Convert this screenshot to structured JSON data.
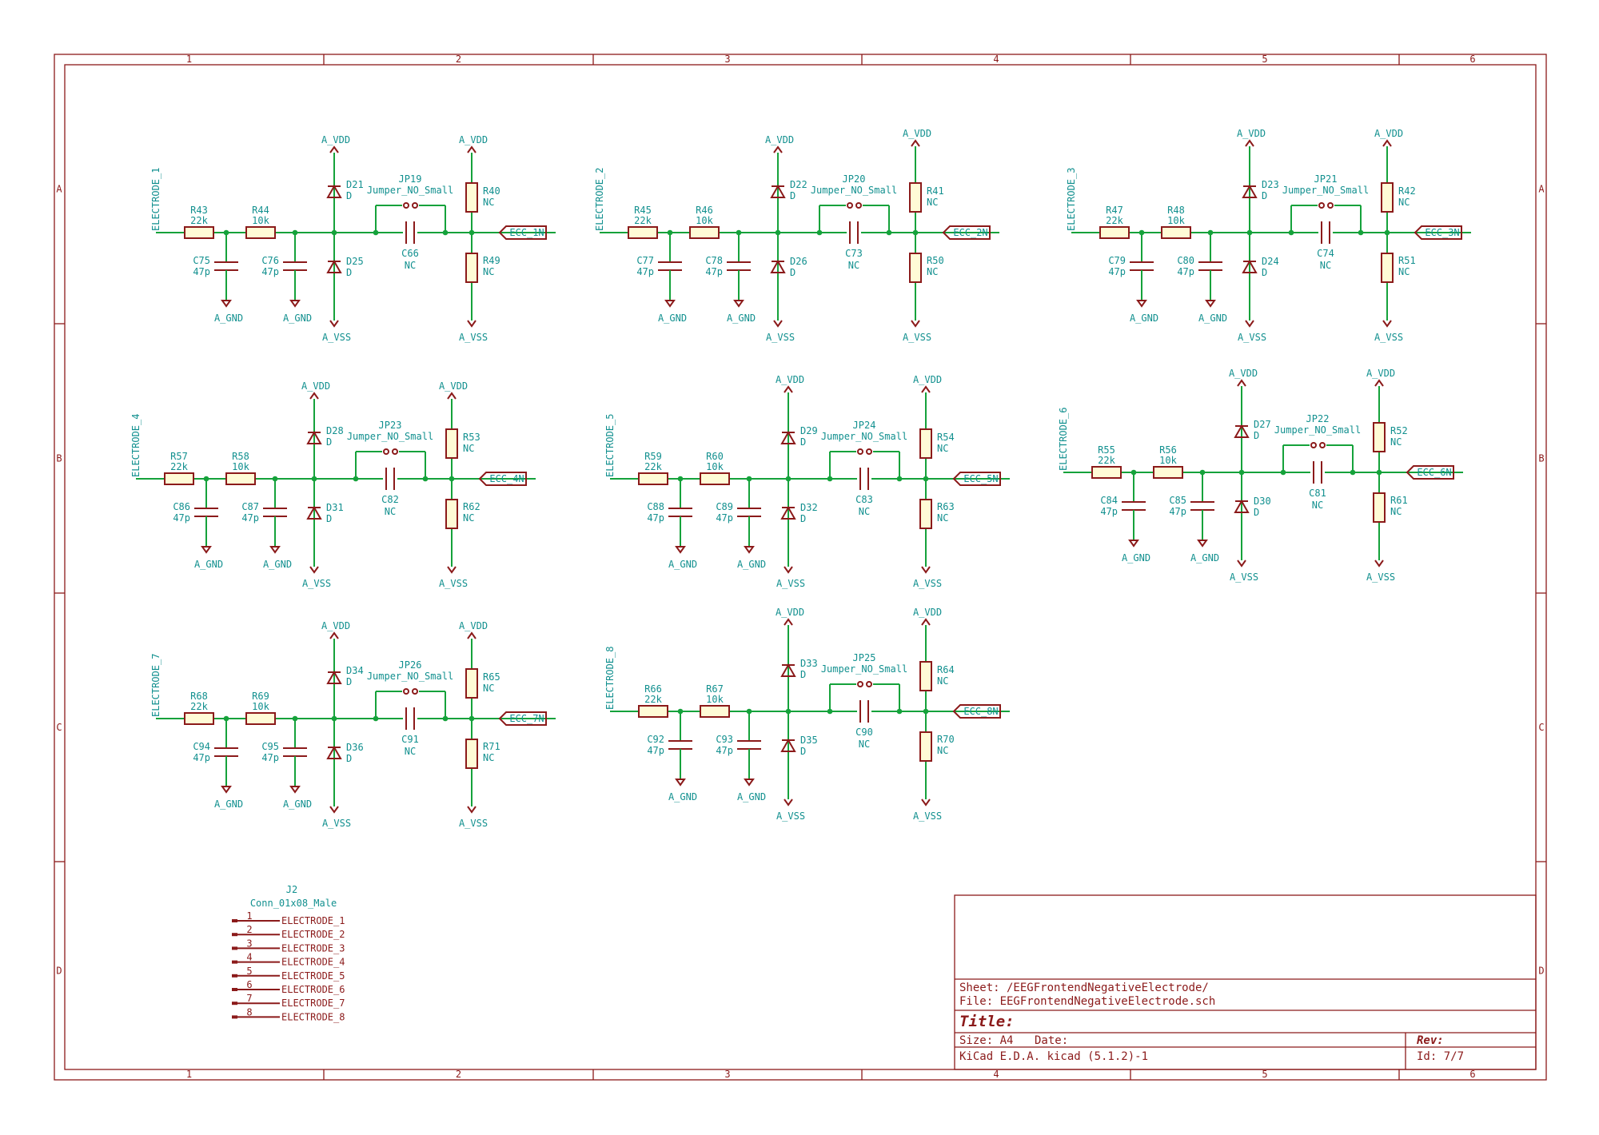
{
  "frame": {
    "columns": [
      "1",
      "2",
      "3",
      "4",
      "5",
      "6"
    ],
    "rows": [
      "A",
      "B",
      "C",
      "D"
    ]
  },
  "circuits": [
    {
      "electrode": "ELECTRODE_1",
      "r1": "R43",
      "r1v": "22k",
      "r2": "R44",
      "r2v": "10k",
      "c1": "C75",
      "c1v": "47p",
      "c2": "C76",
      "c2v": "47p",
      "dt": "D21",
      "db": "D25",
      "dv": "D",
      "jp": "JP19",
      "jpv": "Jumper_NO_Small",
      "cs": "C66",
      "csv": "NC",
      "rt": "R40",
      "rtv": "NC",
      "rb": "R49",
      "rbv": "NC",
      "out": "ECC_1N",
      "vdd": "A_VDD",
      "vss": "A_VSS",
      "gnd": "A_GND"
    },
    {
      "electrode": "ELECTRODE_2",
      "r1": "R45",
      "r1v": "22k",
      "r2": "R46",
      "r2v": "10k",
      "c1": "C77",
      "c1v": "47p",
      "c2": "C78",
      "c2v": "47p",
      "dt": "D22",
      "db": "D26",
      "dv": "D",
      "jp": "JP20",
      "jpv": "Jumper_NO_Small",
      "cs": "C73",
      "csv": "NC",
      "rt": "R41",
      "rtv": "NC",
      "rb": "R50",
      "rbv": "NC",
      "out": "ECC_2N",
      "vdd": "A_VDD",
      "vss": "A_VSS",
      "gnd": "A_GND"
    },
    {
      "electrode": "ELECTRODE_3",
      "r1": "R47",
      "r1v": "22k",
      "r2": "R48",
      "r2v": "10k",
      "c1": "C79",
      "c1v": "47p",
      "c2": "C80",
      "c2v": "47p",
      "dt": "D23",
      "db": "D24",
      "dv": "D",
      "jp": "JP21",
      "jpv": "Jumper_NO_Small",
      "cs": "C74",
      "csv": "NC",
      "rt": "R42",
      "rtv": "NC",
      "rb": "R51",
      "rbv": "NC",
      "out": "ECC_3N",
      "vdd": "A_VDD",
      "vss": "A_VSS",
      "gnd": "A_GND"
    },
    {
      "electrode": "ELECTRODE_4",
      "r1": "R57",
      "r1v": "22k",
      "r2": "R58",
      "r2v": "10k",
      "c1": "C86",
      "c1v": "47p",
      "c2": "C87",
      "c2v": "47p",
      "dt": "D28",
      "db": "D31",
      "dv": "D",
      "jp": "JP23",
      "jpv": "Jumper_NO_Small",
      "cs": "C82",
      "csv": "NC",
      "rt": "R53",
      "rtv": "NC",
      "rb": "R62",
      "rbv": "NC",
      "out": "ECC_4N",
      "vdd": "A_VDD",
      "vss": "A_VSS",
      "gnd": "A_GND"
    },
    {
      "electrode": "ELECTRODE_5",
      "r1": "R59",
      "r1v": "22k",
      "r2": "R60",
      "r2v": "10k",
      "c1": "C88",
      "c1v": "47p",
      "c2": "C89",
      "c2v": "47p",
      "dt": "D29",
      "db": "D32",
      "dv": "D",
      "jp": "JP24",
      "jpv": "Jumper_NO_Small",
      "cs": "C83",
      "csv": "NC",
      "rt": "R54",
      "rtv": "NC",
      "rb": "R63",
      "rbv": "NC",
      "out": "ECC_5N",
      "vdd": "A_VDD",
      "vss": "A_VSS",
      "gnd": "A_GND"
    },
    {
      "electrode": "ELECTRODE_6",
      "r1": "R55",
      "r1v": "22k",
      "r2": "R56",
      "r2v": "10k",
      "c1": "C84",
      "c1v": "47p",
      "c2": "C85",
      "c2v": "47p",
      "dt": "D27",
      "db": "D30",
      "dv": "D",
      "jp": "JP22",
      "jpv": "Jumper_NO_Small",
      "cs": "C81",
      "csv": "NC",
      "rt": "R52",
      "rtv": "NC",
      "rb": "R61",
      "rbv": "NC",
      "out": "ECC_6N",
      "vdd": "A_VDD",
      "vss": "A_VSS",
      "gnd": "A_GND"
    },
    {
      "electrode": "ELECTRODE_7",
      "r1": "R68",
      "r1v": "22k",
      "r2": "R69",
      "r2v": "10k",
      "c1": "C94",
      "c1v": "47p",
      "c2": "C95",
      "c2v": "47p",
      "dt": "D34",
      "db": "D36",
      "dv": "D",
      "jp": "JP26",
      "jpv": "Jumper_NO_Small",
      "cs": "C91",
      "csv": "NC",
      "rt": "R65",
      "rtv": "NC",
      "rb": "R71",
      "rbv": "NC",
      "out": "ECC_7N",
      "vdd": "A_VDD",
      "vss": "A_VSS",
      "gnd": "A_GND"
    },
    {
      "electrode": "ELECTRODE_8",
      "r1": "R66",
      "r1v": "22k",
      "r2": "R67",
      "r2v": "10k",
      "c1": "C92",
      "c1v": "47p",
      "c2": "C93",
      "c2v": "47p",
      "dt": "D33",
      "db": "D35",
      "dv": "D",
      "jp": "JP25",
      "jpv": "Jumper_NO_Small",
      "cs": "C90",
      "csv": "NC",
      "rt": "R64",
      "rtv": "NC",
      "rb": "R70",
      "rbv": "NC",
      "out": "ECC_8N",
      "vdd": "A_VDD",
      "vss": "A_VSS",
      "gnd": "A_GND"
    }
  ],
  "connector": {
    "ref": "J2",
    "value": "Conn_01x08_Male",
    "pins": [
      {
        "num": "1",
        "name": "ELECTRODE_1"
      },
      {
        "num": "2",
        "name": "ELECTRODE_2"
      },
      {
        "num": "3",
        "name": "ELECTRODE_3"
      },
      {
        "num": "4",
        "name": "ELECTRODE_4"
      },
      {
        "num": "5",
        "name": "ELECTRODE_5"
      },
      {
        "num": "6",
        "name": "ELECTRODE_6"
      },
      {
        "num": "7",
        "name": "ELECTRODE_7"
      },
      {
        "num": "8",
        "name": "ELECTRODE_8"
      }
    ]
  },
  "title_block": {
    "sheet": "Sheet: /EEGFrontendNegativeElectrode/",
    "file": "File: EEGFrontendNegativeElectrode.sch",
    "title": "Title:",
    "size": "Size: A4",
    "date": "Date:",
    "rev": "Rev:",
    "kicad": "KiCad E.D.A.  kicad (5.1.2)-1",
    "id": "Id: 7/7"
  },
  "colors": {
    "frame": "#8b1a1a",
    "wire": "#15a23b",
    "label": "#12908f",
    "component_fill": "#fffbd6"
  }
}
